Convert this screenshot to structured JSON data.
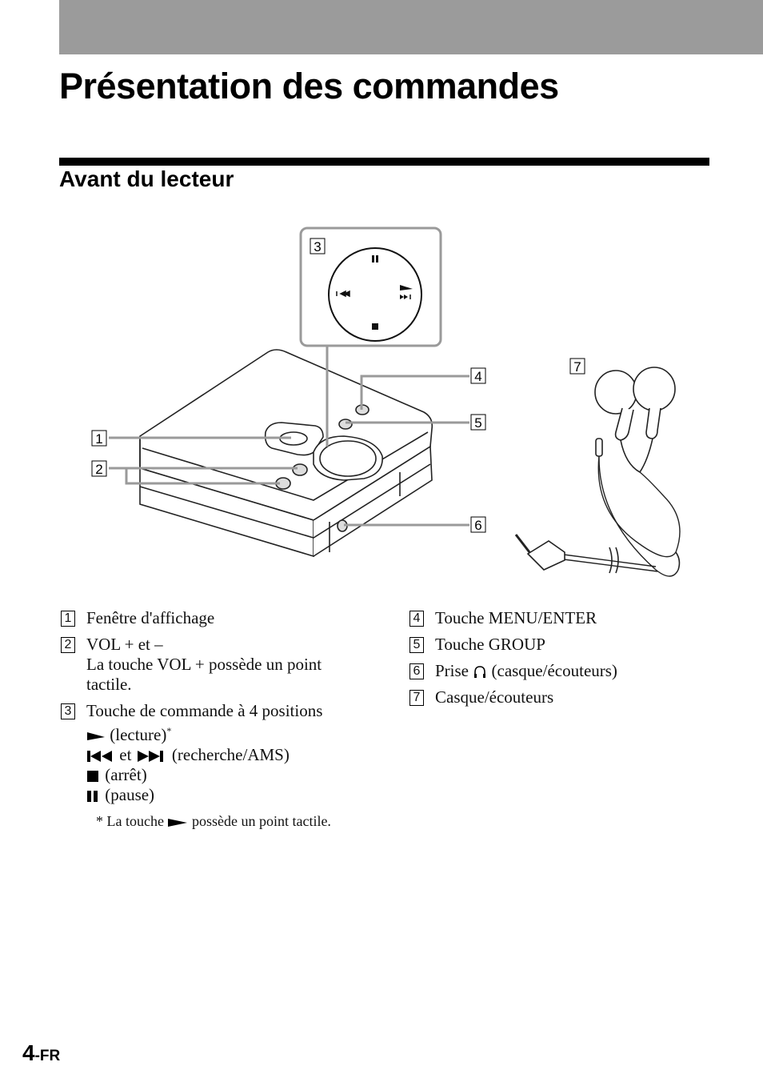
{
  "header": {
    "title": "Présentation des commandes",
    "section_title": "Avant du lecteur"
  },
  "diagram": {
    "callouts": [
      "1",
      "2",
      "3",
      "4",
      "5",
      "6",
      "7"
    ]
  },
  "legend_left": [
    {
      "num": "1",
      "label": "Fenêtre d'affichage"
    },
    {
      "num": "2",
      "label": "VOL + et –",
      "sub": [
        "La touche VOL + possède un point",
        "tactile."
      ]
    },
    {
      "num": "3",
      "label": "Touche de commande à 4 positions",
      "sub_play": "(lecture)",
      "sub_play_mark": "*",
      "sub_search_et": "et",
      "sub_search": "(recherche/AMS)",
      "sub_stop": "(arrêt)",
      "sub_pause": "(pause)"
    }
  ],
  "footnote": {
    "mark": "*",
    "before": "La touche",
    "after": "possède un point tactile."
  },
  "legend_right": [
    {
      "num": "4",
      "label": "Touche MENU/ENTER"
    },
    {
      "num": "5",
      "label": "Touche GROUP"
    },
    {
      "num": "6",
      "label_before": "Prise",
      "label_after": "(casque/écouteurs)"
    },
    {
      "num": "7",
      "label": "Casque/écouteurs"
    }
  ],
  "page_number": {
    "num": "4",
    "suffix": "-FR"
  },
  "colors": {
    "top_bar": "#9b9b9b",
    "rule": "#000000",
    "callout_line": "#9a9a9a"
  }
}
